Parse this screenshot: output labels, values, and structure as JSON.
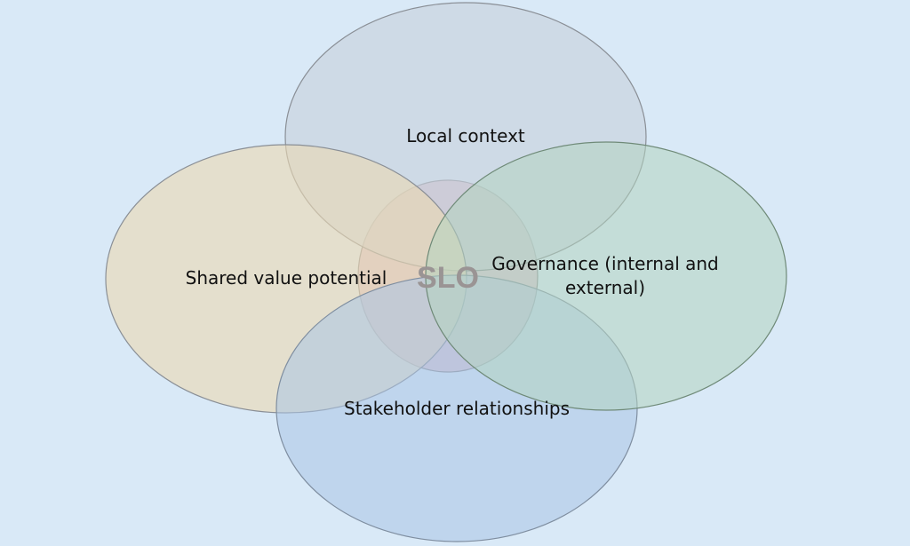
{
  "diagram": {
    "center_label": "SLO",
    "circles": [
      {
        "id": "local",
        "label_lines": [
          "Local context"
        ],
        "fill": "#c6d0dc",
        "stroke": "#8a8f96"
      },
      {
        "id": "shared",
        "label_lines": [
          "Shared value potential"
        ],
        "fill": "#ead9b3",
        "stroke": "#8a8f96"
      },
      {
        "id": "governance",
        "label_lines": [
          "Governance (internal and",
          "external)"
        ],
        "fill": "#b3d4bf",
        "stroke": "#6f8a78"
      },
      {
        "id": "stakeholder",
        "label_lines": [
          "Stakeholder relationships"
        ],
        "fill": "#aac5e6",
        "stroke": "#7f8ea0"
      }
    ],
    "center_fill": "#d6b9c6"
  }
}
